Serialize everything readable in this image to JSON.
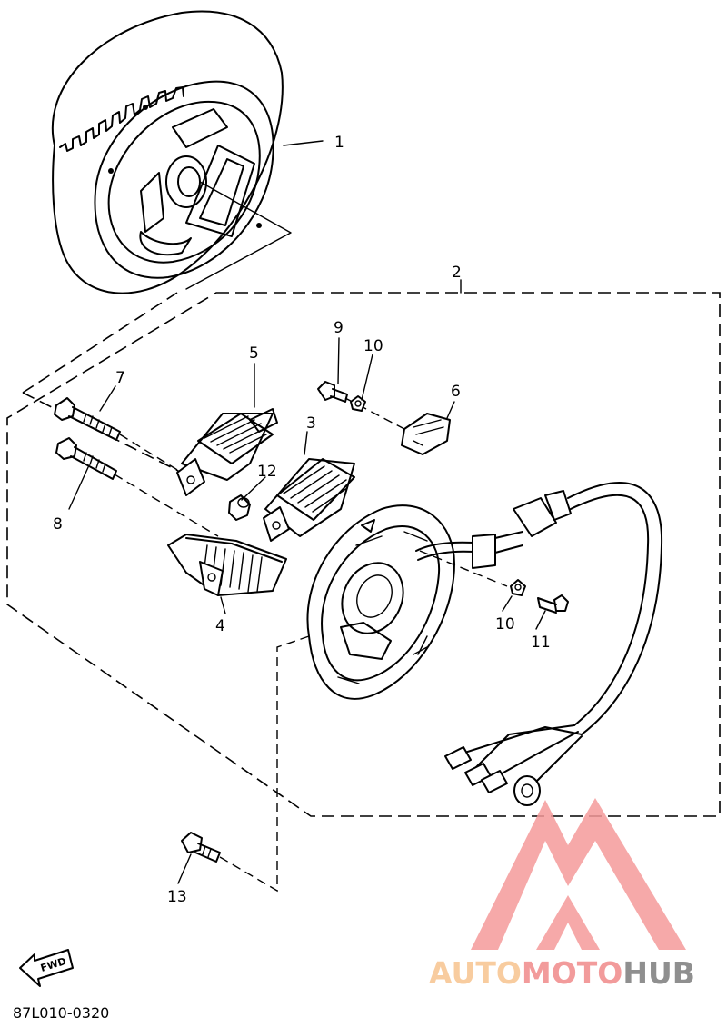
{
  "diagram": {
    "part_labels": {
      "p1": "1",
      "p2": "2",
      "p3": "3",
      "p4": "4",
      "p5": "5",
      "p6": "6",
      "p7": "7",
      "p8": "8",
      "p9": "9",
      "p10a": "10",
      "p10b": "10",
      "p11": "11",
      "p12": "12",
      "p13": "13"
    },
    "direction_badge": "FWD",
    "drawing_code": "87L010-0320"
  },
  "watermark": {
    "text_auto": "AUTO",
    "text_moto": "MOTO",
    "text_hub": "HUB",
    "colors": {
      "light": "#f7c48f",
      "red": "#f08a8a",
      "gray": "#7c7c7c",
      "logo": "#f59b9b"
    }
  }
}
